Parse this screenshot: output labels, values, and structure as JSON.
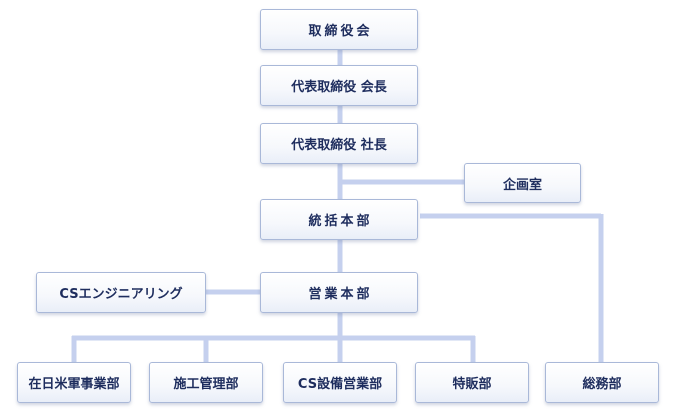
{
  "org": {
    "board": "取締役会",
    "chairman": "代表取締役 会長",
    "president": "代表取締役 社長",
    "planning": "企画室",
    "hq_general": "統括本部",
    "cs_engineering": "CSエンジニアリング",
    "hq_sales": "営業本部",
    "zainichi_beigun": "在日米軍事業部",
    "construction_mgmt": "施工管理部",
    "cs_equipment_sales": "CS設備営業部",
    "special_sales": "特販部",
    "general_affairs": "総務部"
  },
  "colors": {
    "line": "#c5d0ee",
    "box_border": "#a9b8d8",
    "text": "#1e2d5e"
  }
}
